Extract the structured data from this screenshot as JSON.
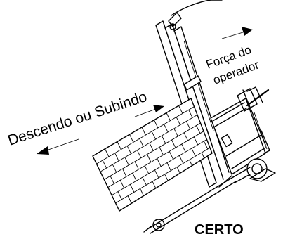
{
  "labels": {
    "direction": "Descendo ou Subindo",
    "force_line1": "Força do",
    "force_line2": "operador",
    "verdict": "CERTO"
  },
  "colors": {
    "ink": "#000000",
    "background": "#ffffff"
  },
  "icons": {
    "direction_arrow": "arrow-left-down",
    "force_arrow": "arrow-right-up",
    "mid_arrow": "arrow-right-up"
  }
}
